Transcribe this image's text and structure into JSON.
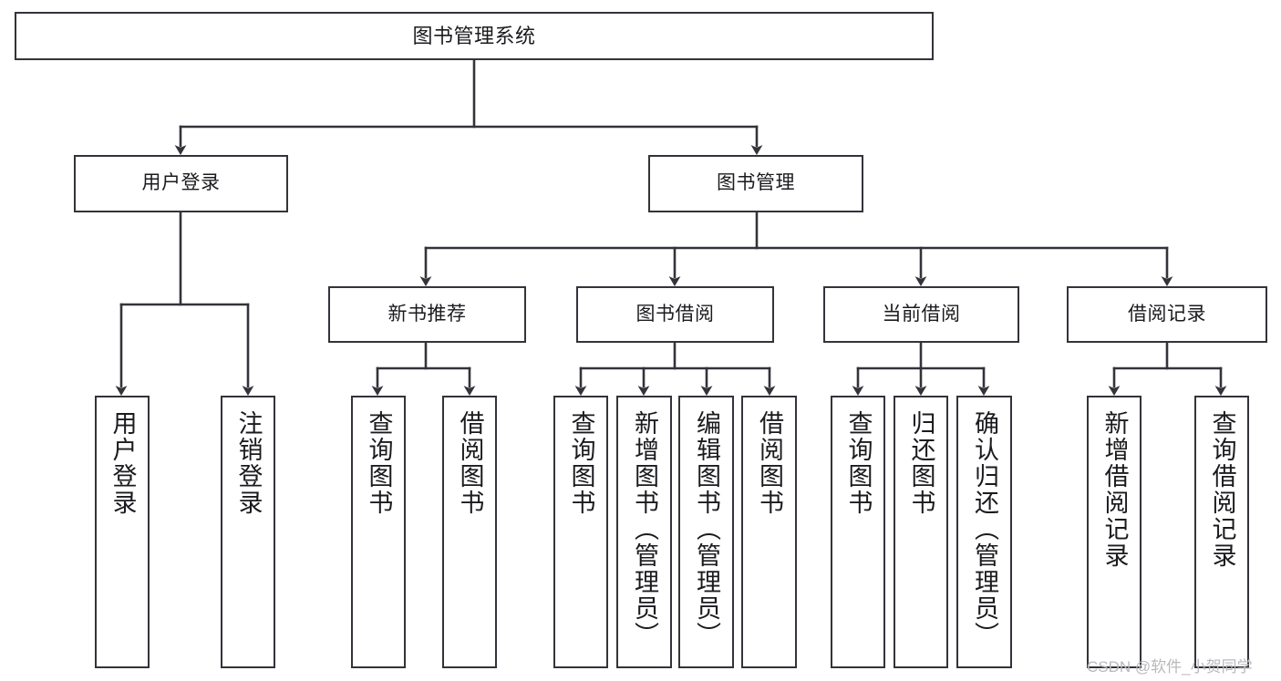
{
  "diagram": {
    "title": "图书管理系统",
    "type": "hierarchy-tree",
    "watermark": "CSDN @软件_小贺同学",
    "colors": {
      "background": "#ffffff",
      "box_border": "#33333a",
      "box_fill": "#ffffff",
      "edge": "#33333a",
      "text": "#1b1b1f",
      "watermark": "#b9b9bd"
    },
    "nodes": {
      "root": {
        "label": "图书管理系统"
      },
      "level2": [
        {
          "id": "user-login",
          "label": "用户登录"
        },
        {
          "id": "book-manage",
          "label": "图书管理"
        }
      ],
      "level3": [
        {
          "id": "new-book-rec",
          "label": "新书推荐"
        },
        {
          "id": "book-borrow",
          "label": "图书借阅"
        },
        {
          "id": "current-borrow",
          "label": "当前借阅"
        },
        {
          "id": "borrow-record",
          "label": "借阅记录"
        }
      ],
      "leaves": {
        "user-login": [
          {
            "id": "leaf-user-login",
            "label": "用户登录"
          },
          {
            "id": "leaf-user-logout",
            "label": "注销登录"
          }
        ],
        "new-book-rec": [
          {
            "id": "leaf-query-book-1",
            "label": "查询图书"
          },
          {
            "id": "leaf-borrow-book-1",
            "label": "借阅图书"
          }
        ],
        "book-borrow": [
          {
            "id": "leaf-query-book-2",
            "label": "查询图书"
          },
          {
            "id": "leaf-add-book",
            "label": "新增图书（管理员）"
          },
          {
            "id": "leaf-edit-book",
            "label": "编辑图书（管理员）"
          },
          {
            "id": "leaf-borrow-book-2",
            "label": "借阅图书"
          }
        ],
        "current-borrow": [
          {
            "id": "leaf-query-book-3",
            "label": "查询图书"
          },
          {
            "id": "leaf-return-book",
            "label": "归还图书"
          },
          {
            "id": "leaf-confirm-return",
            "label": "确认归还（管理员）"
          }
        ],
        "borrow-record": [
          {
            "id": "leaf-add-record",
            "label": "新增借阅记录"
          },
          {
            "id": "leaf-query-record",
            "label": "查询借阅记录"
          }
        ]
      }
    }
  }
}
